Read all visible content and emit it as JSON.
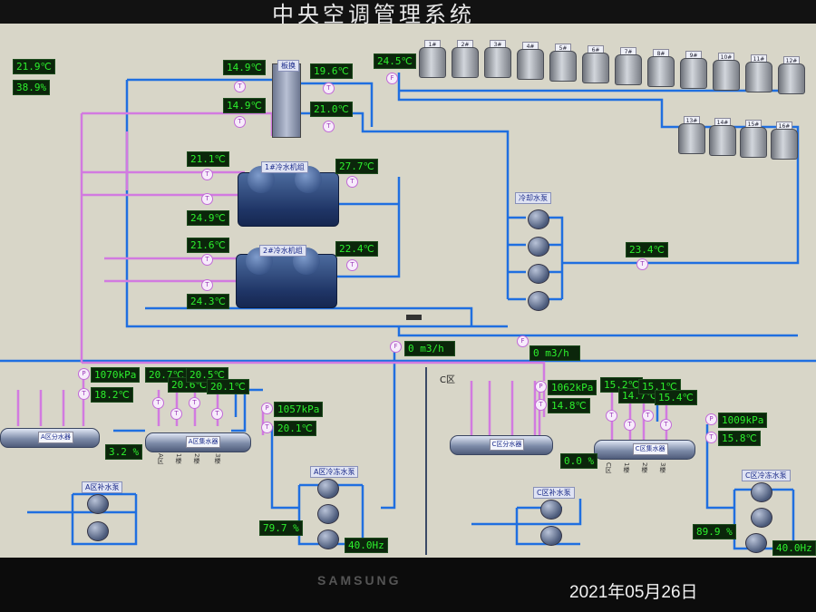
{
  "title": "中央空调管理系统",
  "brand": "SAMSUNG",
  "date_overlay": "2021年05月26日",
  "colors": {
    "supply": "#1f6fe0",
    "pink": "#d27ae0",
    "screen_bg": "#d8d6c8",
    "value_text": "#2df02d"
  },
  "outdoor": {
    "temp": "21.9℃",
    "humidity": "38.9%"
  },
  "header_exchanger": {
    "label": "板换"
  },
  "towers": [
    "1#",
    "2#",
    "3#",
    "4#",
    "5#",
    "6#",
    "7#",
    "8#",
    "9#",
    "10#",
    "11#",
    "12#",
    "13#",
    "14#",
    "15#",
    "16#"
  ],
  "chillers": {
    "c1_label": "1#冷水机组",
    "c2_label": "2#冷水机组"
  },
  "cooling_pumps_label": "冷却水泵",
  "values": {
    "v149a": "14.9℃",
    "v149b": "14.9℃",
    "v196": "19.6℃",
    "v210": "21.0℃",
    "v245": "24.5℃",
    "v211": "21.1℃",
    "v277": "27.7℃",
    "v249": "24.9℃",
    "v216": "21.6℃",
    "v224": "22.4℃",
    "v243": "24.3℃",
    "v234": "23.4℃",
    "flow1": "0 m3/h",
    "flow2": "0 m3/h",
    "a_press": "1070kPa",
    "a_temp": "18.2℃",
    "a_t1": "20.7℃",
    "a_t2": "20.6℃",
    "a_t3": "20.5℃",
    "a_t4": "20.1℃",
    "a_ret_press": "1057kPa",
    "a_ret_temp": "20.1℃",
    "a_valve": "3.2 %",
    "a_pump_pct": "79.7 %",
    "a_hz": "40.0Hz",
    "c_press": "1062kPa",
    "c_temp": "14.8℃",
    "c_t1": "15.2℃",
    "c_t2": "14.7℃",
    "c_t3": "15.1℃",
    "c_t4": "15.4℃",
    "c_ret_press": "1009kPa",
    "c_ret_temp": "15.8℃",
    "c_valve": "0.0 %",
    "c_pump_pct": "89.9 %",
    "c_hz": "40.0Hz"
  },
  "zone_a": {
    "dist_label": "A区分水器",
    "coll_label": "A区集水器",
    "repl_pump": "A区补水泵",
    "circ_pump": "A区冷冻水泵"
  },
  "zone_c": {
    "zone": "C区",
    "dist_label": "C区分水器",
    "coll_label": "C区集水器",
    "repl_pump": "C区补水泵",
    "circ_pump": "C区冷冻水泵"
  },
  "branch_a": [
    "A区",
    "1楼",
    "2楼",
    "3楼"
  ],
  "branch_c": [
    "C区",
    "1楼",
    "2楼",
    "3楼"
  ]
}
